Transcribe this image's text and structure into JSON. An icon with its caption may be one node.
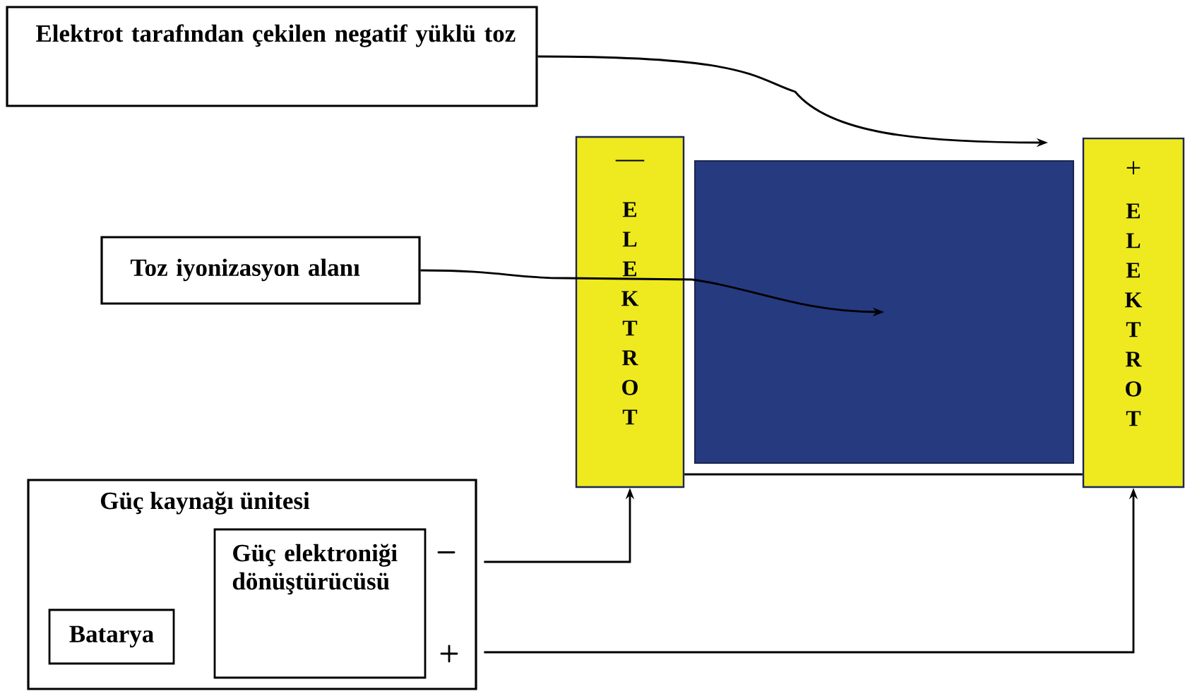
{
  "diagram": {
    "nodes": [
      {
        "text": [
          "Elektrot tarafından çekilen negatif yüklü toz"
        ]
      },
      {
        "text": [
          "Toz iyonizasyon alanı"
        ]
      },
      {
        "text": [
          "—",
          "ELEKTROT"
        ]
      },
      {
        "text": [],
        "shape": "box"
      },
      {
        "text": [
          "+",
          "ELEKTROT"
        ]
      },
      {
        "text": [
          "Güç kaynağı ünitesi"
        ]
      },
      {
        "text": [
          "Batarya"
        ],
        "in": 5
      },
      {
        "text": [
          "Güç elektroniği dönüştürücüsü"
        ],
        "in": 5,
        "beside": [
          "−",
          "+"
        ]
      }
    ],
    "edges": [
      {
        "from": 0,
        "to": 3,
        "arrow": "to"
      },
      {
        "from": 1,
        "to": 3,
        "arrow": "to"
      },
      {
        "from": 7,
        "to": 2,
        "arrow": "to"
      },
      {
        "from": 7,
        "to": 4,
        "arrow": "to"
      },
      {
        "from": 2,
        "to": 4,
        "arrow": "none"
      }
    ]
  }
}
